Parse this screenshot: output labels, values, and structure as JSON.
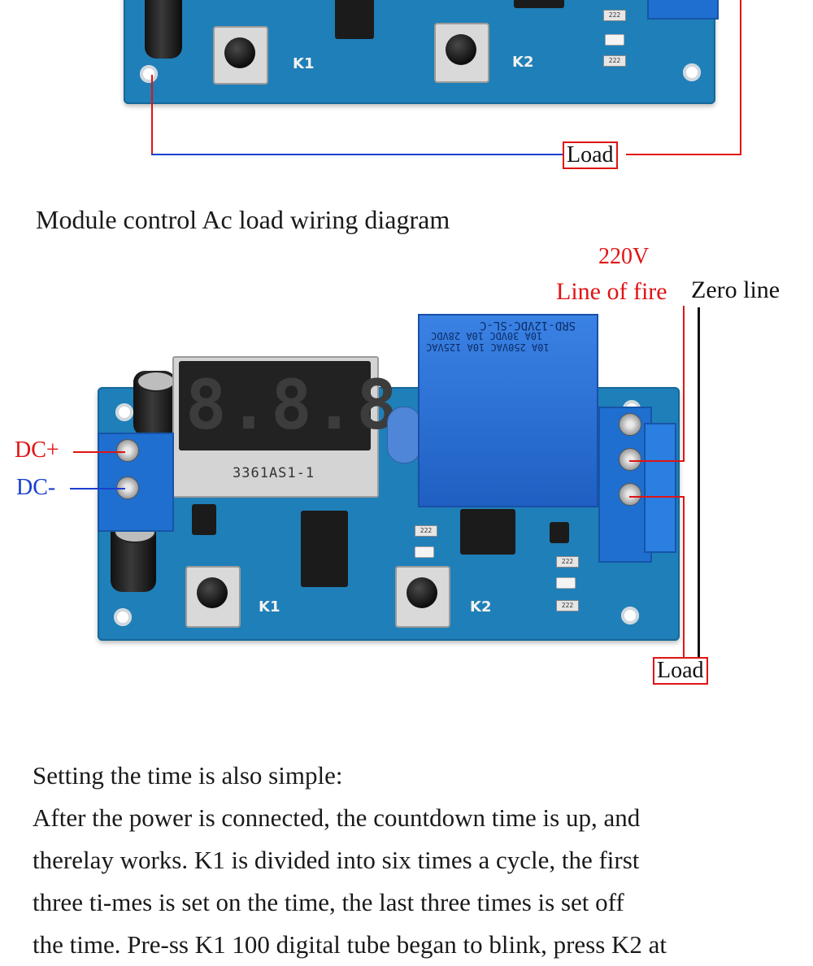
{
  "top_board": {
    "button_labels": [
      "K1",
      "K2"
    ],
    "smd_code": "222",
    "load_label": "Load"
  },
  "section_title": "Module control Ac load wiring diagram",
  "diagram": {
    "voltage_label": "220V",
    "fire_line_label": "Line of fire",
    "zero_line_label": "Zero line",
    "dc_plus_label": "DC+",
    "dc_minus_label": "DC-",
    "load_label": "Load",
    "display_digits": "8.8.8",
    "display_part": "3361AS1-1",
    "relay_lines": [
      "SRD-12VDC-SL-C",
      "10A 30VDC  10A 28VDC",
      "10A 250VAC  10A 125VAC"
    ],
    "button_labels": [
      "K1",
      "K2"
    ],
    "smd_code": "222",
    "colors": {
      "board": "#1f7fb8",
      "fire_wire": "#e01414",
      "dc_minus_wire": "#1a3fd0",
      "relay": "#2a6fd6"
    }
  },
  "description": {
    "heading": "Setting the time is also simple:",
    "lines": [
      "After the power is connected, the countdown time is up, and",
      "therelay works. K1 is divided into six times a cycle, the first",
      "three ti-mes is set on the time, the last three times is set off",
      "the time. Pre-ss K1 100 digital tube began to blink, press K2 at"
    ]
  }
}
